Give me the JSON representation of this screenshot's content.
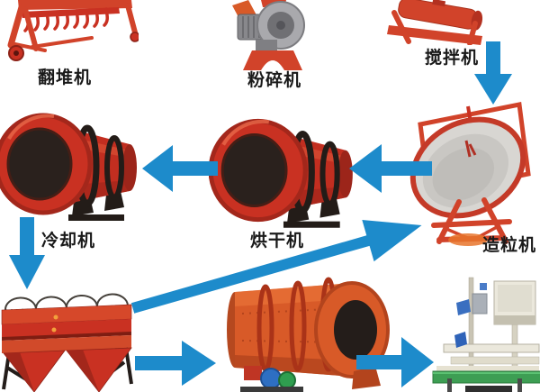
{
  "diagram": {
    "background_color": "#ffffff",
    "arrow_color": "#1d8bcb",
    "colors": {
      "machine_red": "#c93122",
      "machine_orange": "#d85a28",
      "drum_interior": "#241d1a",
      "pan_gray": "#d8d6d2",
      "conveyor_green": "#3d9e53",
      "frame_black": "#231c18"
    },
    "machines": [
      {
        "id": "compost-turner",
        "label": "翻堆机"
      },
      {
        "id": "crusher",
        "label": "粉碎机"
      },
      {
        "id": "mixer",
        "label": "搅拌机"
      },
      {
        "id": "cooler",
        "label": "冷却机"
      },
      {
        "id": "dryer",
        "label": "烘干机"
      },
      {
        "id": "granulator",
        "label": "造粒机"
      },
      {
        "id": "screener",
        "label": ""
      },
      {
        "id": "rotary-drum",
        "label": ""
      },
      {
        "id": "packing-machine",
        "label": ""
      }
    ],
    "flows": [
      {
        "from": "mixer",
        "to": "granulator",
        "direction": "down"
      },
      {
        "from": "granulator",
        "to": "dryer",
        "direction": "left"
      },
      {
        "from": "dryer",
        "to": "cooler",
        "direction": "left"
      },
      {
        "from": "cooler",
        "to": "screener",
        "direction": "down"
      },
      {
        "from": "screener",
        "to": "granulator",
        "direction": "up-right"
      },
      {
        "from": "screener",
        "to": "rotary-drum",
        "direction": "right"
      },
      {
        "from": "rotary-drum",
        "to": "packing-machine",
        "direction": "right"
      }
    ]
  }
}
